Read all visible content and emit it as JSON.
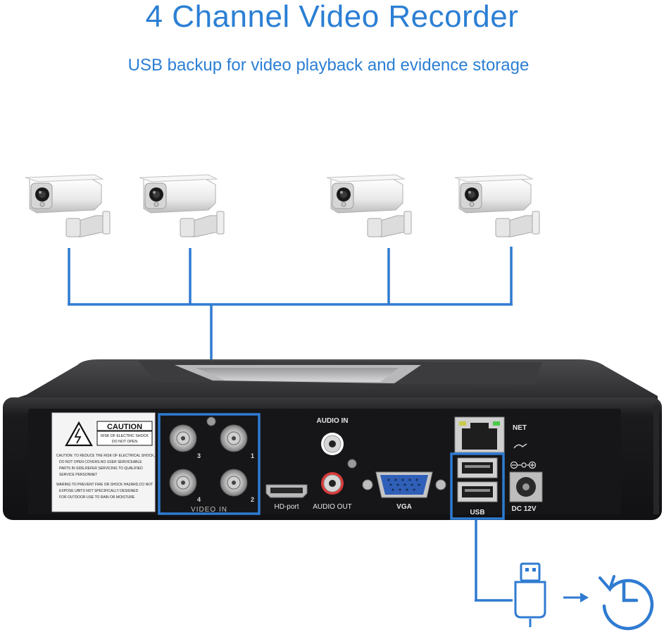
{
  "header": {
    "title": "4 Channel Video Recorder",
    "subtitle": "USB backup for video playback and evidence storage"
  },
  "cameras": [
    {
      "id": "camera-1"
    },
    {
      "id": "camera-2"
    },
    {
      "id": "camera-3"
    },
    {
      "id": "camera-4"
    }
  ],
  "recorder": {
    "caution_title": "CAUTION",
    "caution_sub1": "RISK OF ELECTRIC SHOCK",
    "caution_sub2": "DO NOT OPEN",
    "warning_lines": [
      "CAUTION: TO REDUCE THE RISK OF ELECTRICAL SHOCK,",
      "DO NOT OPEN COVERS.NO USER SERVICEABLE",
      "PARTS IN SIDE.REFER SERVICING TO QUALIFIED",
      "SERVICE PERSONNET",
      "WARING:TO PREVENT FIRE OR SHOCK HAZARD,CO NOT",
      "EXPOSE UBITS NOT SPECIFICALLY DESIGNED",
      "FOR OUTDOOR USE TO RAIN OR MOISTURE"
    ],
    "video_in_label": "VIDEO IN",
    "channel_numbers": [
      "3",
      "1",
      "4",
      "2"
    ],
    "hdport_label": "HD-port",
    "audio_in_label": "AUDIO IN",
    "audio_out_label": "AUDIO OUT",
    "vga_label": "VGA",
    "net_label": "NET",
    "usb_label": "USB",
    "dc_label": "DC 12V"
  },
  "colors": {
    "accent": "#2b7fd4",
    "line": "#2f7bd1",
    "device_body": "#1c1c1e",
    "device_top": "#2a2a2c"
  },
  "icons": [
    "usb-plug-icon",
    "arrow-right-icon",
    "clock-backup-icon",
    "warning-triangle-icon"
  ]
}
